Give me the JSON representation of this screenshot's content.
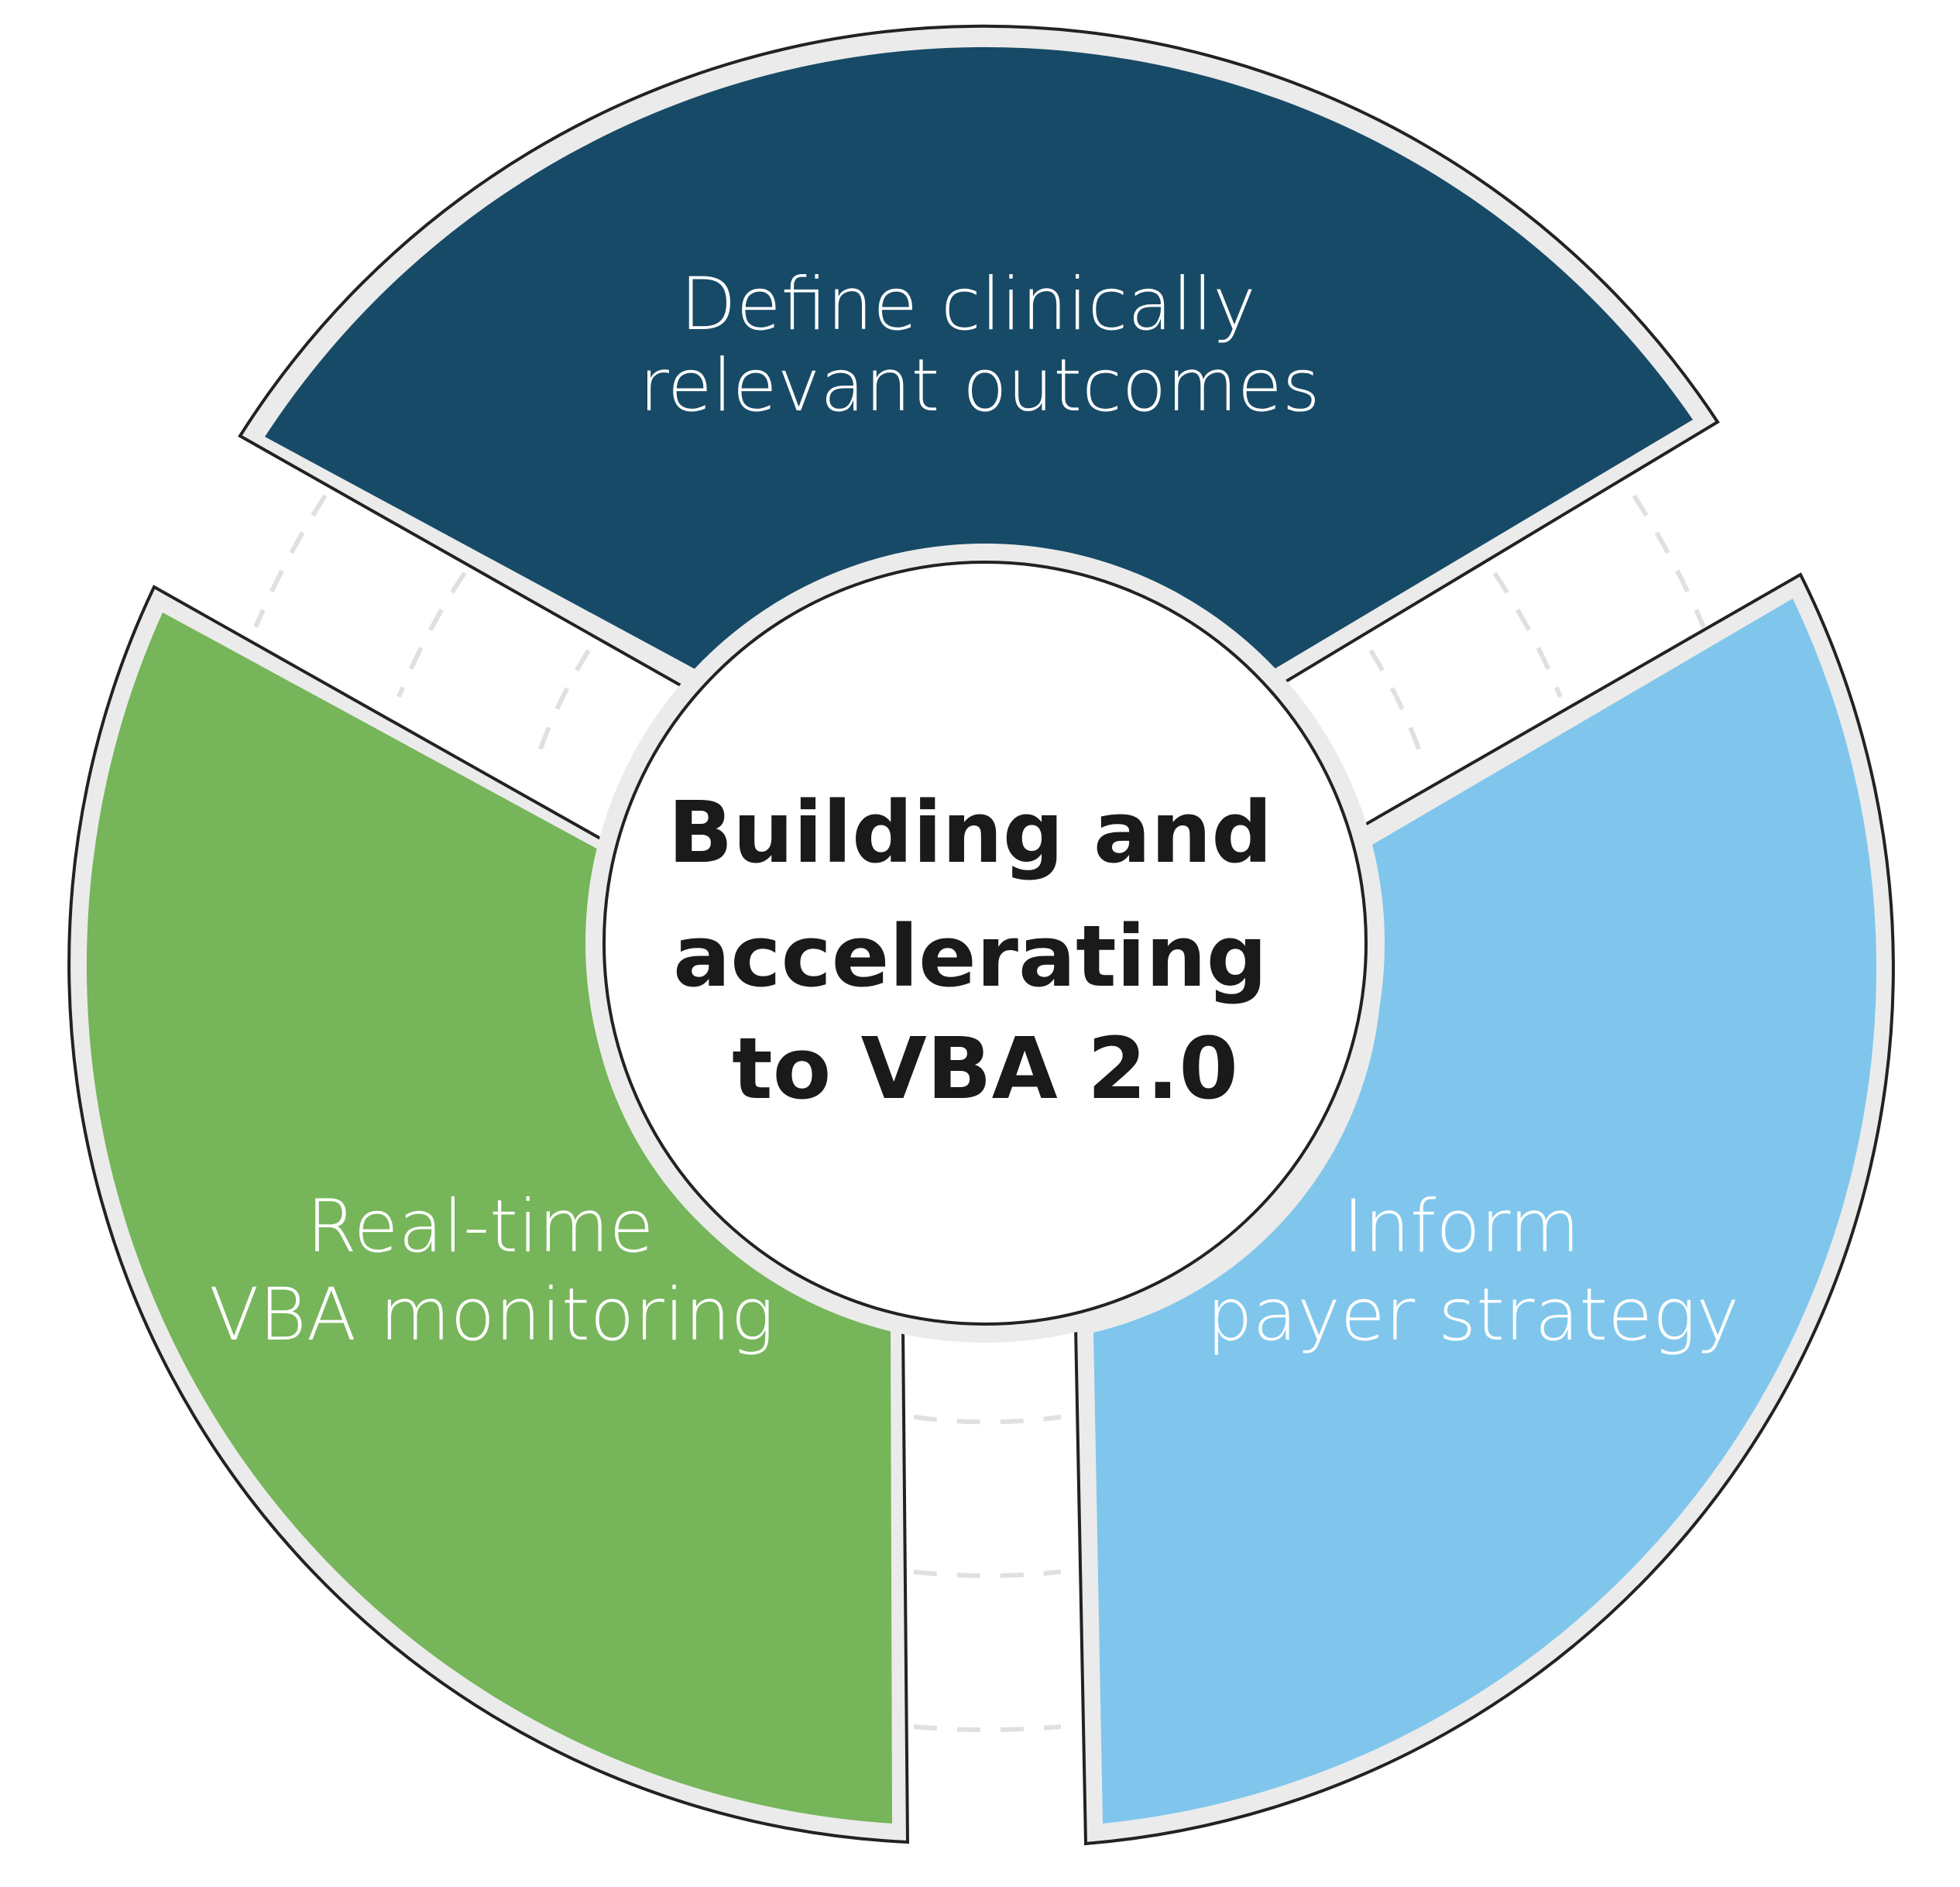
{
  "diagram": {
    "center": {
      "lines": [
        "Building and",
        "accelerating",
        "to VBA 2.0"
      ],
      "text_color": "#1a1a1a"
    },
    "segments": [
      {
        "id": "top",
        "lines": [
          "Define clinically",
          "relevant outcomes"
        ],
        "fill": "#174a67",
        "text_color": "#ffffff"
      },
      {
        "id": "left",
        "lines": [
          "Real-time",
          "VBA monitoring"
        ],
        "fill": "#76b55a",
        "text_color": "#ffffff"
      },
      {
        "id": "right",
        "lines": [
          "Inform",
          "payer strategy"
        ],
        "fill": "#80c6ec",
        "text_color": "#ffffff"
      }
    ],
    "colors": {
      "outline": "#222222",
      "rim": "#ebebeb",
      "dashes": "#e0e0e0",
      "background": "#ffffff"
    }
  }
}
